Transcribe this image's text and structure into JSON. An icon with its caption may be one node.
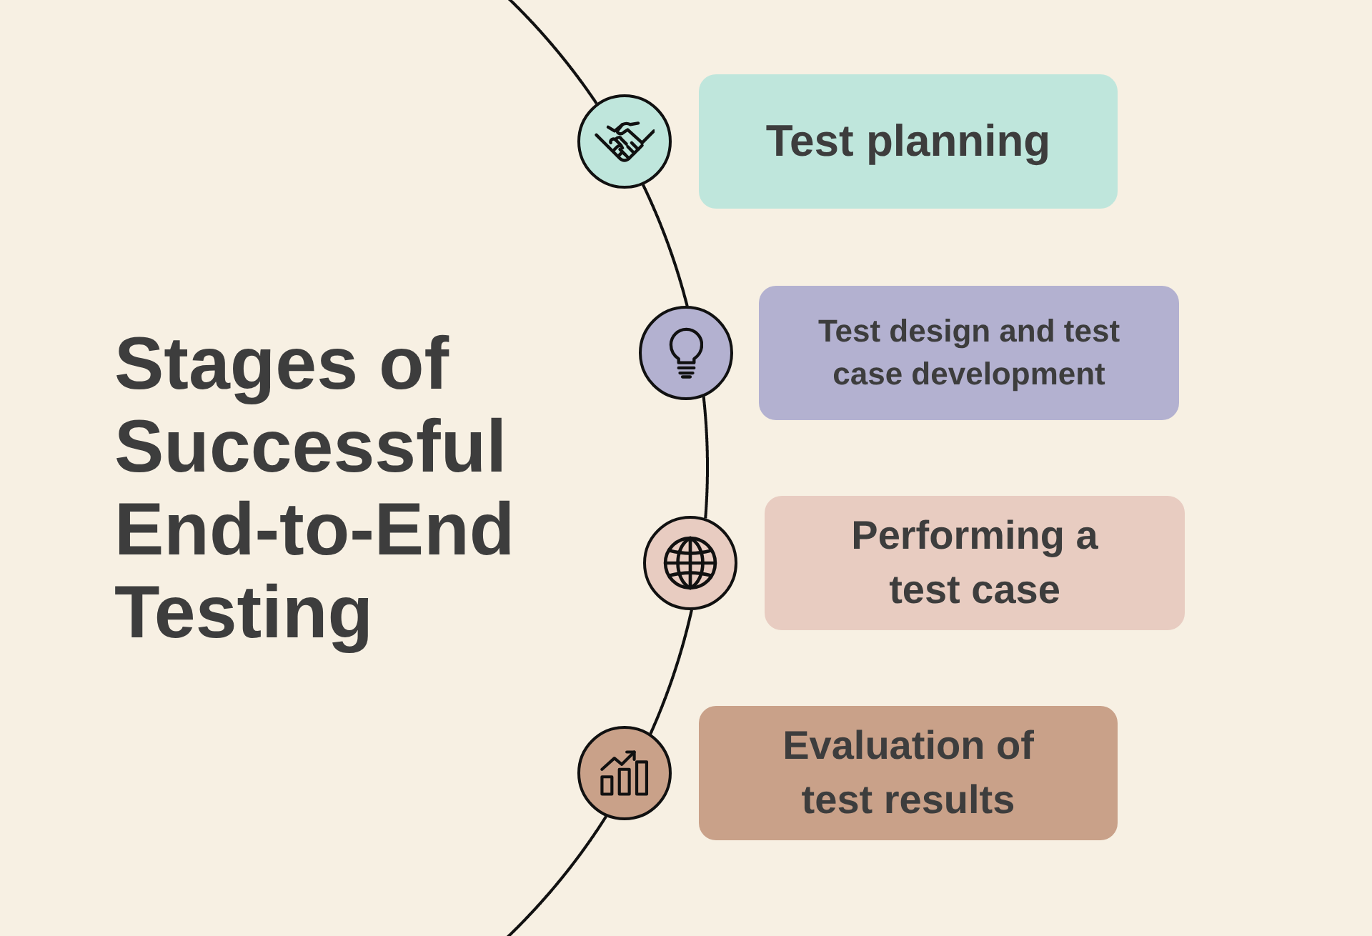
{
  "diagram": {
    "title": "Stages of Successful End-to-End Testing",
    "nodes": [
      {
        "text": [],
        "shape": "circle"
      },
      {
        "text": [
          "Test planning"
        ]
      },
      {
        "text": [],
        "shape": "circle"
      },
      {
        "text": [
          "Test design and test case development"
        ]
      },
      {
        "text": [],
        "shape": "circle"
      },
      {
        "text": [
          "Performing a test case"
        ]
      },
      {
        "text": [],
        "shape": "circle"
      },
      {
        "text": [
          "Evaluation of test results"
        ]
      }
    ],
    "edges": [
      {
        "from": null,
        "to": 0,
        "arrow": "none"
      },
      {
        "from": 0,
        "to": 2,
        "arrow": "none"
      },
      {
        "from": 2,
        "to": 4,
        "arrow": "none"
      },
      {
        "from": 4,
        "to": 6,
        "arrow": "none"
      },
      {
        "from": 6,
        "to": null,
        "arrow": "none"
      }
    ]
  }
}
